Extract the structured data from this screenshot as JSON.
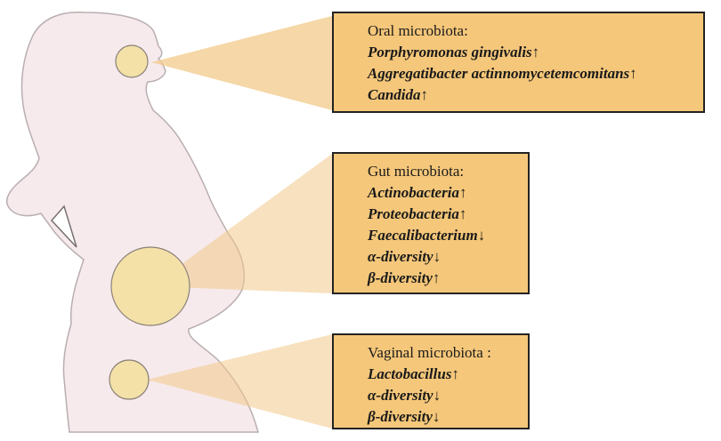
{
  "colors": {
    "silhouette_fill": "#f6eaec",
    "silhouette_stroke": "#b9aeb0",
    "organ_fill": "#f4e1a8",
    "organ_stroke": "#8a8078",
    "beam": "#f3c98a",
    "box_fill": "#f5c77a",
    "box_border": "#222222"
  },
  "callouts": {
    "oral": {
      "title": "Oral microbiota:",
      "lines": [
        "Porphyromonas gingivalis↑",
        "Aggregatibacter actinnomycetemcomitans↑",
        "Candida↑"
      ]
    },
    "gut": {
      "title": "Gut microbiota:",
      "lines": [
        "Actinobacteria↑",
        "Proteobacteria↑",
        "Faecalibacterium↓",
        "α-diversity↓",
        "β-diversity↑"
      ]
    },
    "vaginal": {
      "title": "Vaginal microbiota :",
      "lines": [
        "Lactobacillus↑",
        "α-diversity↓",
        "β-diversity↓"
      ]
    }
  }
}
